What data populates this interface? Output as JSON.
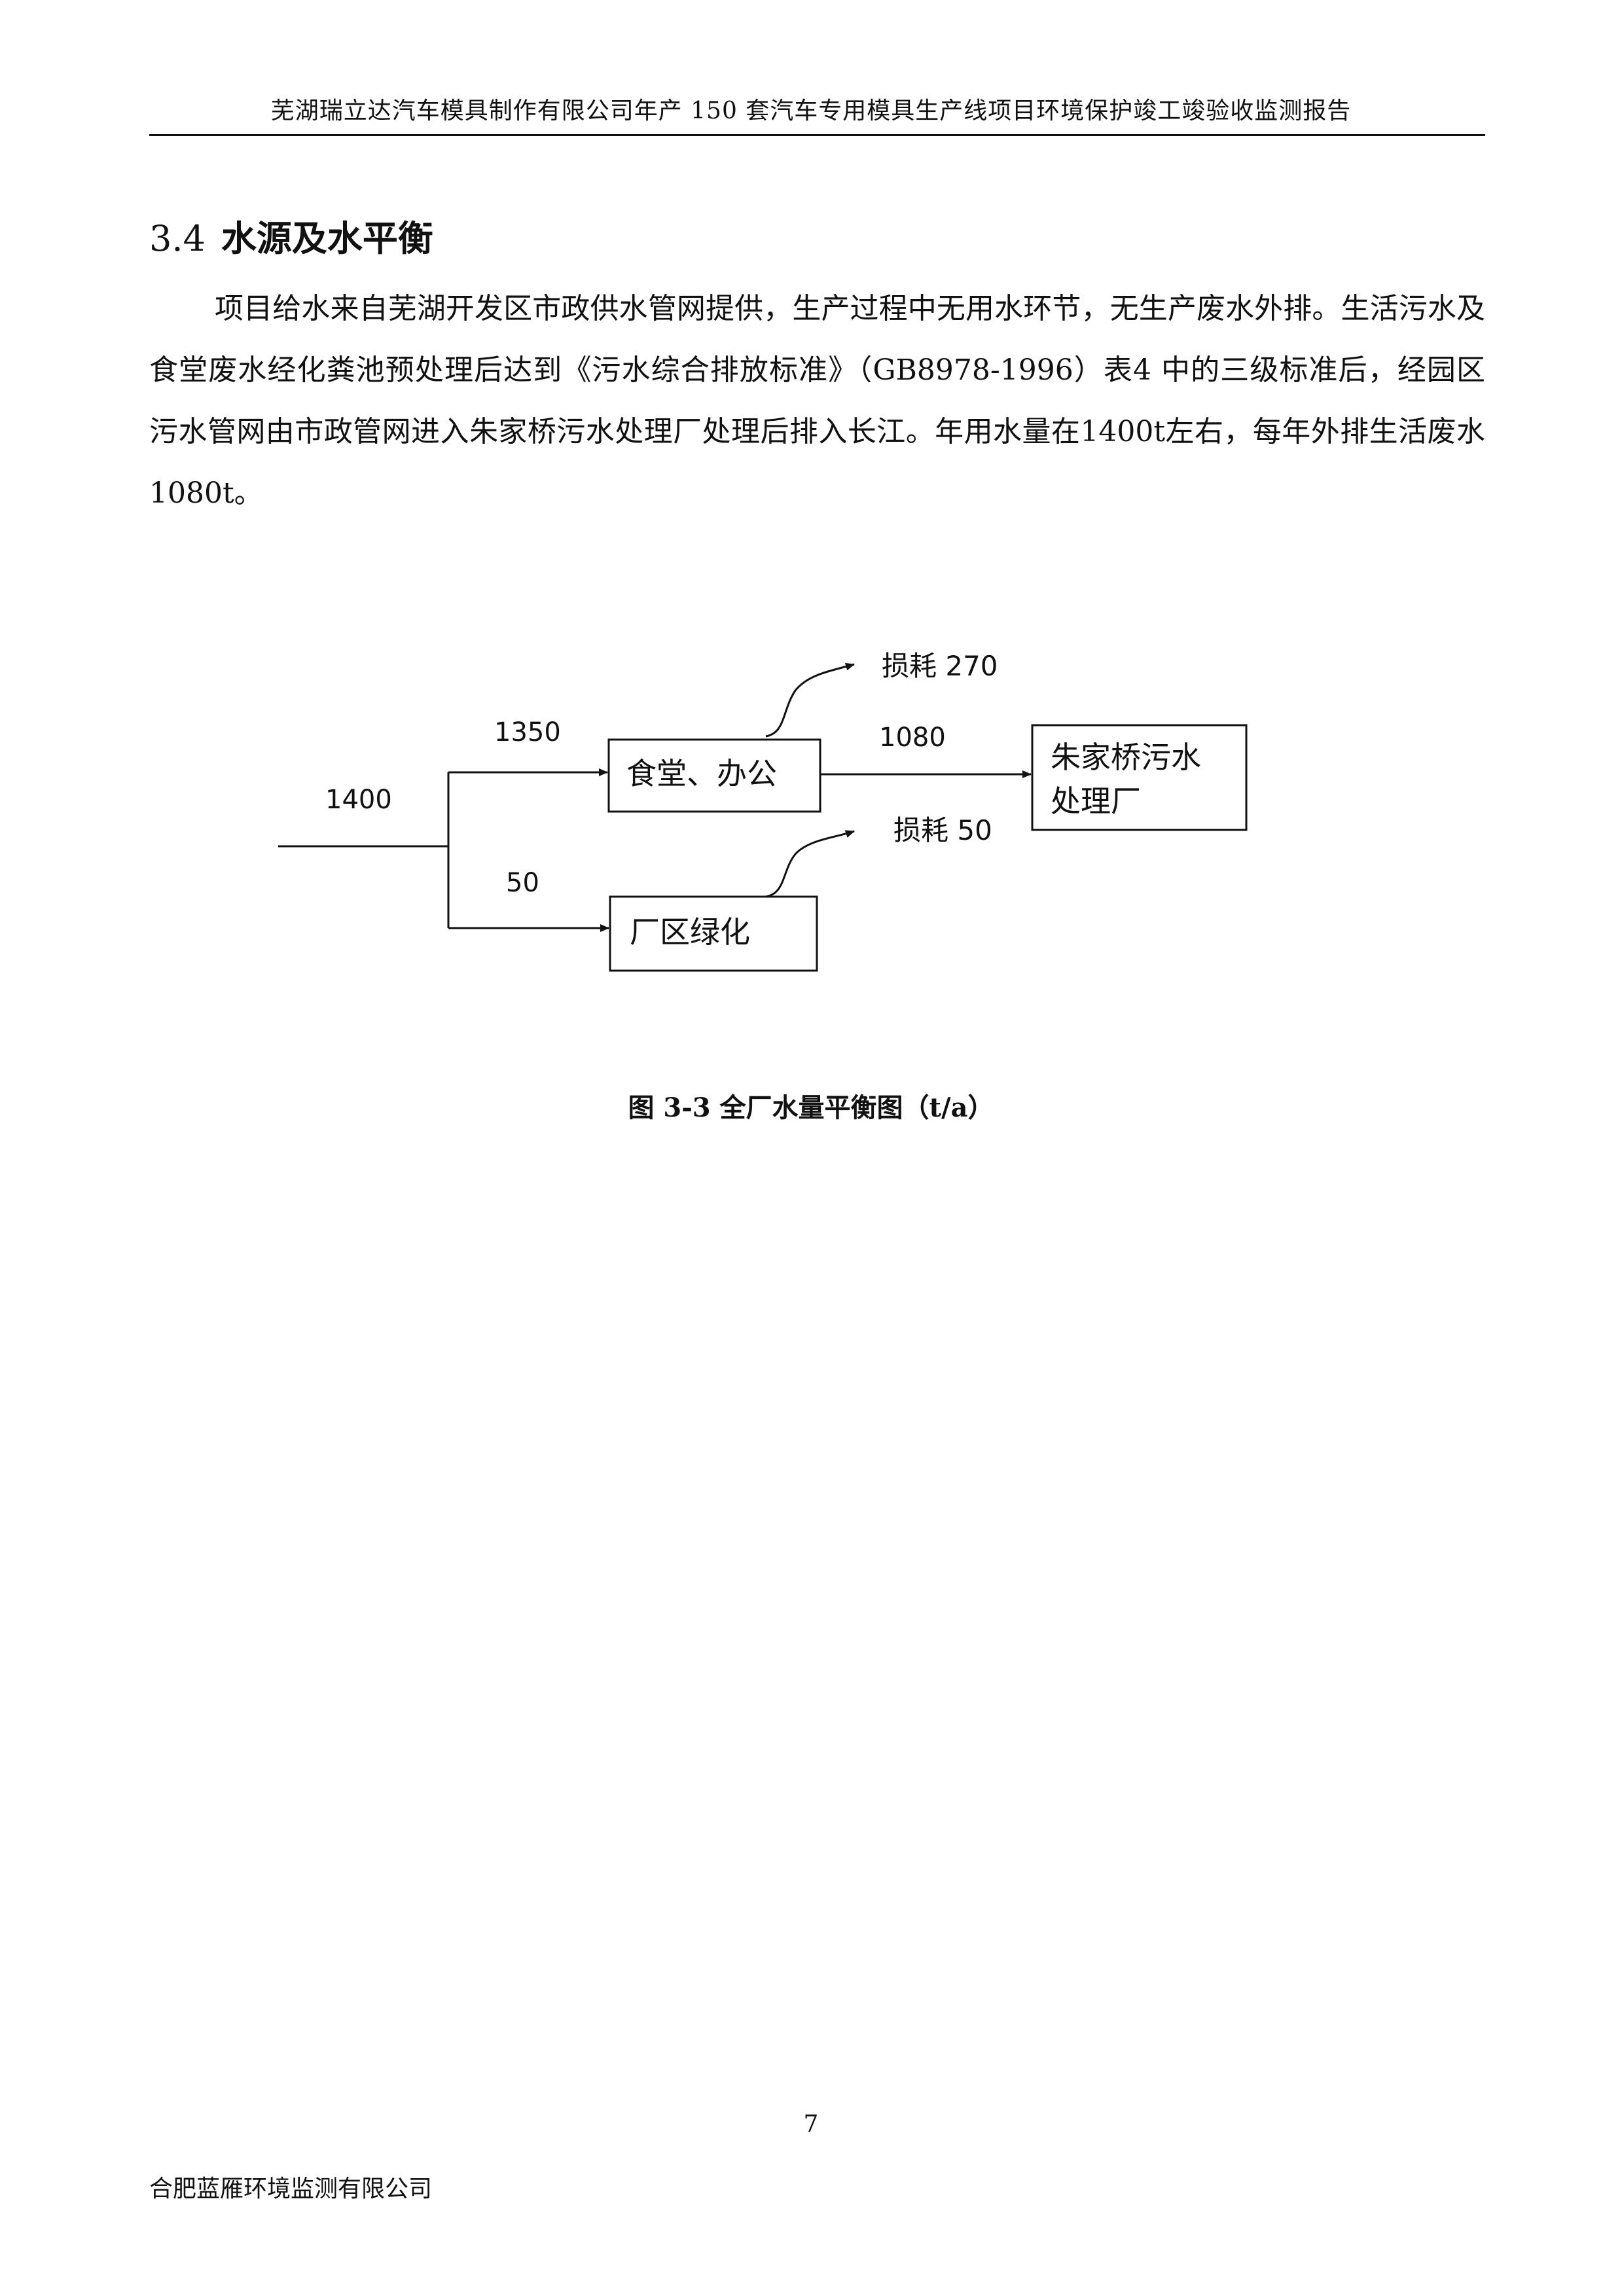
{
  "header": {
    "title": "芜湖瑞立达汽车模具制作有限公司年产 150 套汽车专用模具生产线项目环境保护竣工竣验收监测报告"
  },
  "section": {
    "number": "3.4",
    "title": "水源及水平衡",
    "paragraph": "项目给水来自芜湖开发区市政供水管网提供，生产过程中无用水环节，无生产废水外排。生活污水及食堂废水经化粪池预处理后达到《污水综合排放标准》（GB8978-1996）表4 中的三级标准后，经园区污水管网由市政管网进入朱家桥污水处理厂处理后排入长江。年用水量在1400t左右，每年外排生活废水1080t。"
  },
  "diagram": {
    "input_flow": "1400",
    "branch_top_flow": "1350",
    "branch_bottom_flow": "50",
    "box_canteen_office": "食堂、办公",
    "box_greening": "厂区绿化",
    "discharge_flow": "1080",
    "box_plant_line1": "朱家桥污水",
    "box_plant_line2": "处理厂",
    "loss_top": "损耗 270",
    "loss_bottom": "损耗 50"
  },
  "caption": "图 3-3  全厂水量平衡图（t/a）",
  "footer": {
    "page_number": "7",
    "company": "合肥蓝雁环境监测有限公司"
  }
}
